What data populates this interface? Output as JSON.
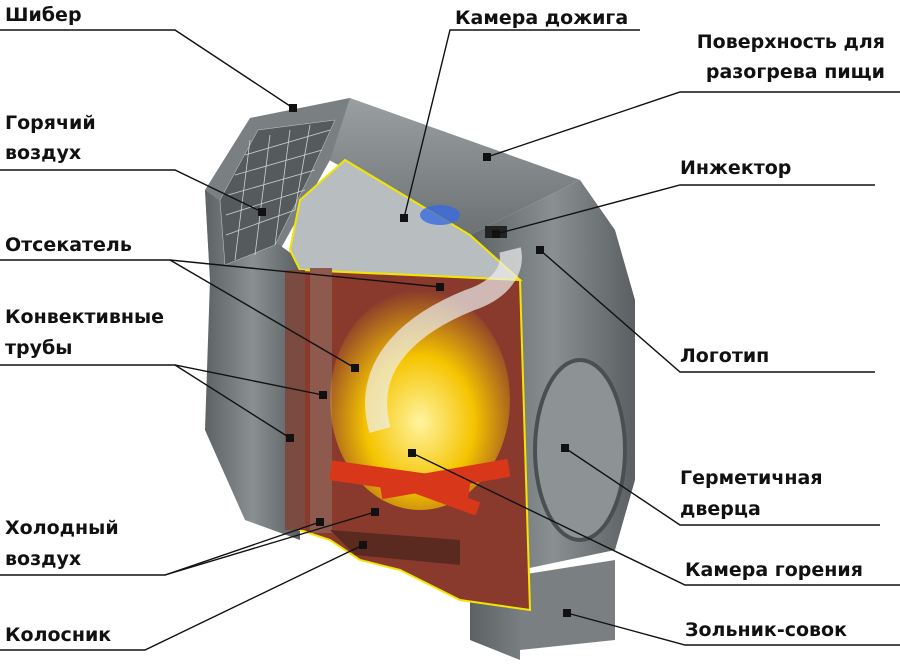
{
  "labels": {
    "shiber": "Шибер",
    "afterburn_chamber": "Камера дожига",
    "surface_line1": "Поверхность для",
    "surface_line2": "разогрева пищи",
    "hot_air_line1": "Горячий",
    "hot_air_line2": "воздух",
    "injector": "Инжектор",
    "cutoff": "Отсекатель",
    "convective_line1": "Конвективные",
    "convective_line2": "трубы",
    "logo": "Логотип",
    "door_line1": "Герметичная",
    "door_line2": "дверца",
    "cold_air_line1": "Холодный",
    "cold_air_line2": "воздух",
    "combustion_chamber": "Камера горения",
    "grate": "Колосник",
    "ash_pan": "Зольник-совок"
  },
  "colors": {
    "body": "#6f7577",
    "cutaway_edge": "#f2e600",
    "firebox": "#8a3a2c",
    "flame": "#f5c400",
    "wood": "#d8371a"
  }
}
